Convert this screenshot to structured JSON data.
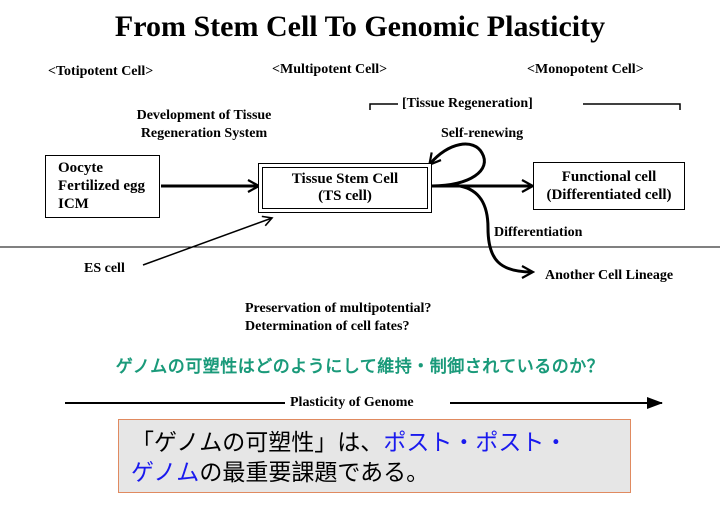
{
  "title": "From Stem Cell To Genomic Plasticity",
  "headers": {
    "totipotent": "<Totipotent Cell>",
    "multipotent": "<Multipotent Cell>",
    "monopotent": "<Monopotent Cell>"
  },
  "tissue_regeneration": "[Tissue Regeneration]",
  "development": {
    "line1": "Development of Tissue",
    "line2": "Regeneration System"
  },
  "self_renewing": "Self-renewing",
  "source_box": {
    "line1": "Oocyte",
    "line2": "Fertilized egg",
    "line3": "ICM"
  },
  "stem_box": {
    "line1": "Tissue Stem Cell",
    "line2": "(TS cell)"
  },
  "functional_box": {
    "line1": "Functional cell",
    "line2": "(Differentiated cell)"
  },
  "differentiation": "Differentiation",
  "es_cell": "ES cell",
  "another_lineage": "Another Cell Lineage",
  "questions": {
    "line1": "Preservation of multipotential?",
    "line2": "Determination of cell fates?"
  },
  "jp_question": "ゲノムの可塑性はどのようにして維持・制御されているのか？",
  "plasticity_label": "Plasticity of Genome",
  "bottom_text": {
    "part1": "「ゲノムの可塑性」は、",
    "part2": "ポスト・ポスト・",
    "part3": "ゲノム",
    "part4": "の最重要課題である。"
  },
  "colors": {
    "question_green": "#1a9a7a",
    "highlight_blue": "#1a1aee",
    "box_border_orange": "#e08a60",
    "box_fill_gray": "#e6e6e6"
  }
}
